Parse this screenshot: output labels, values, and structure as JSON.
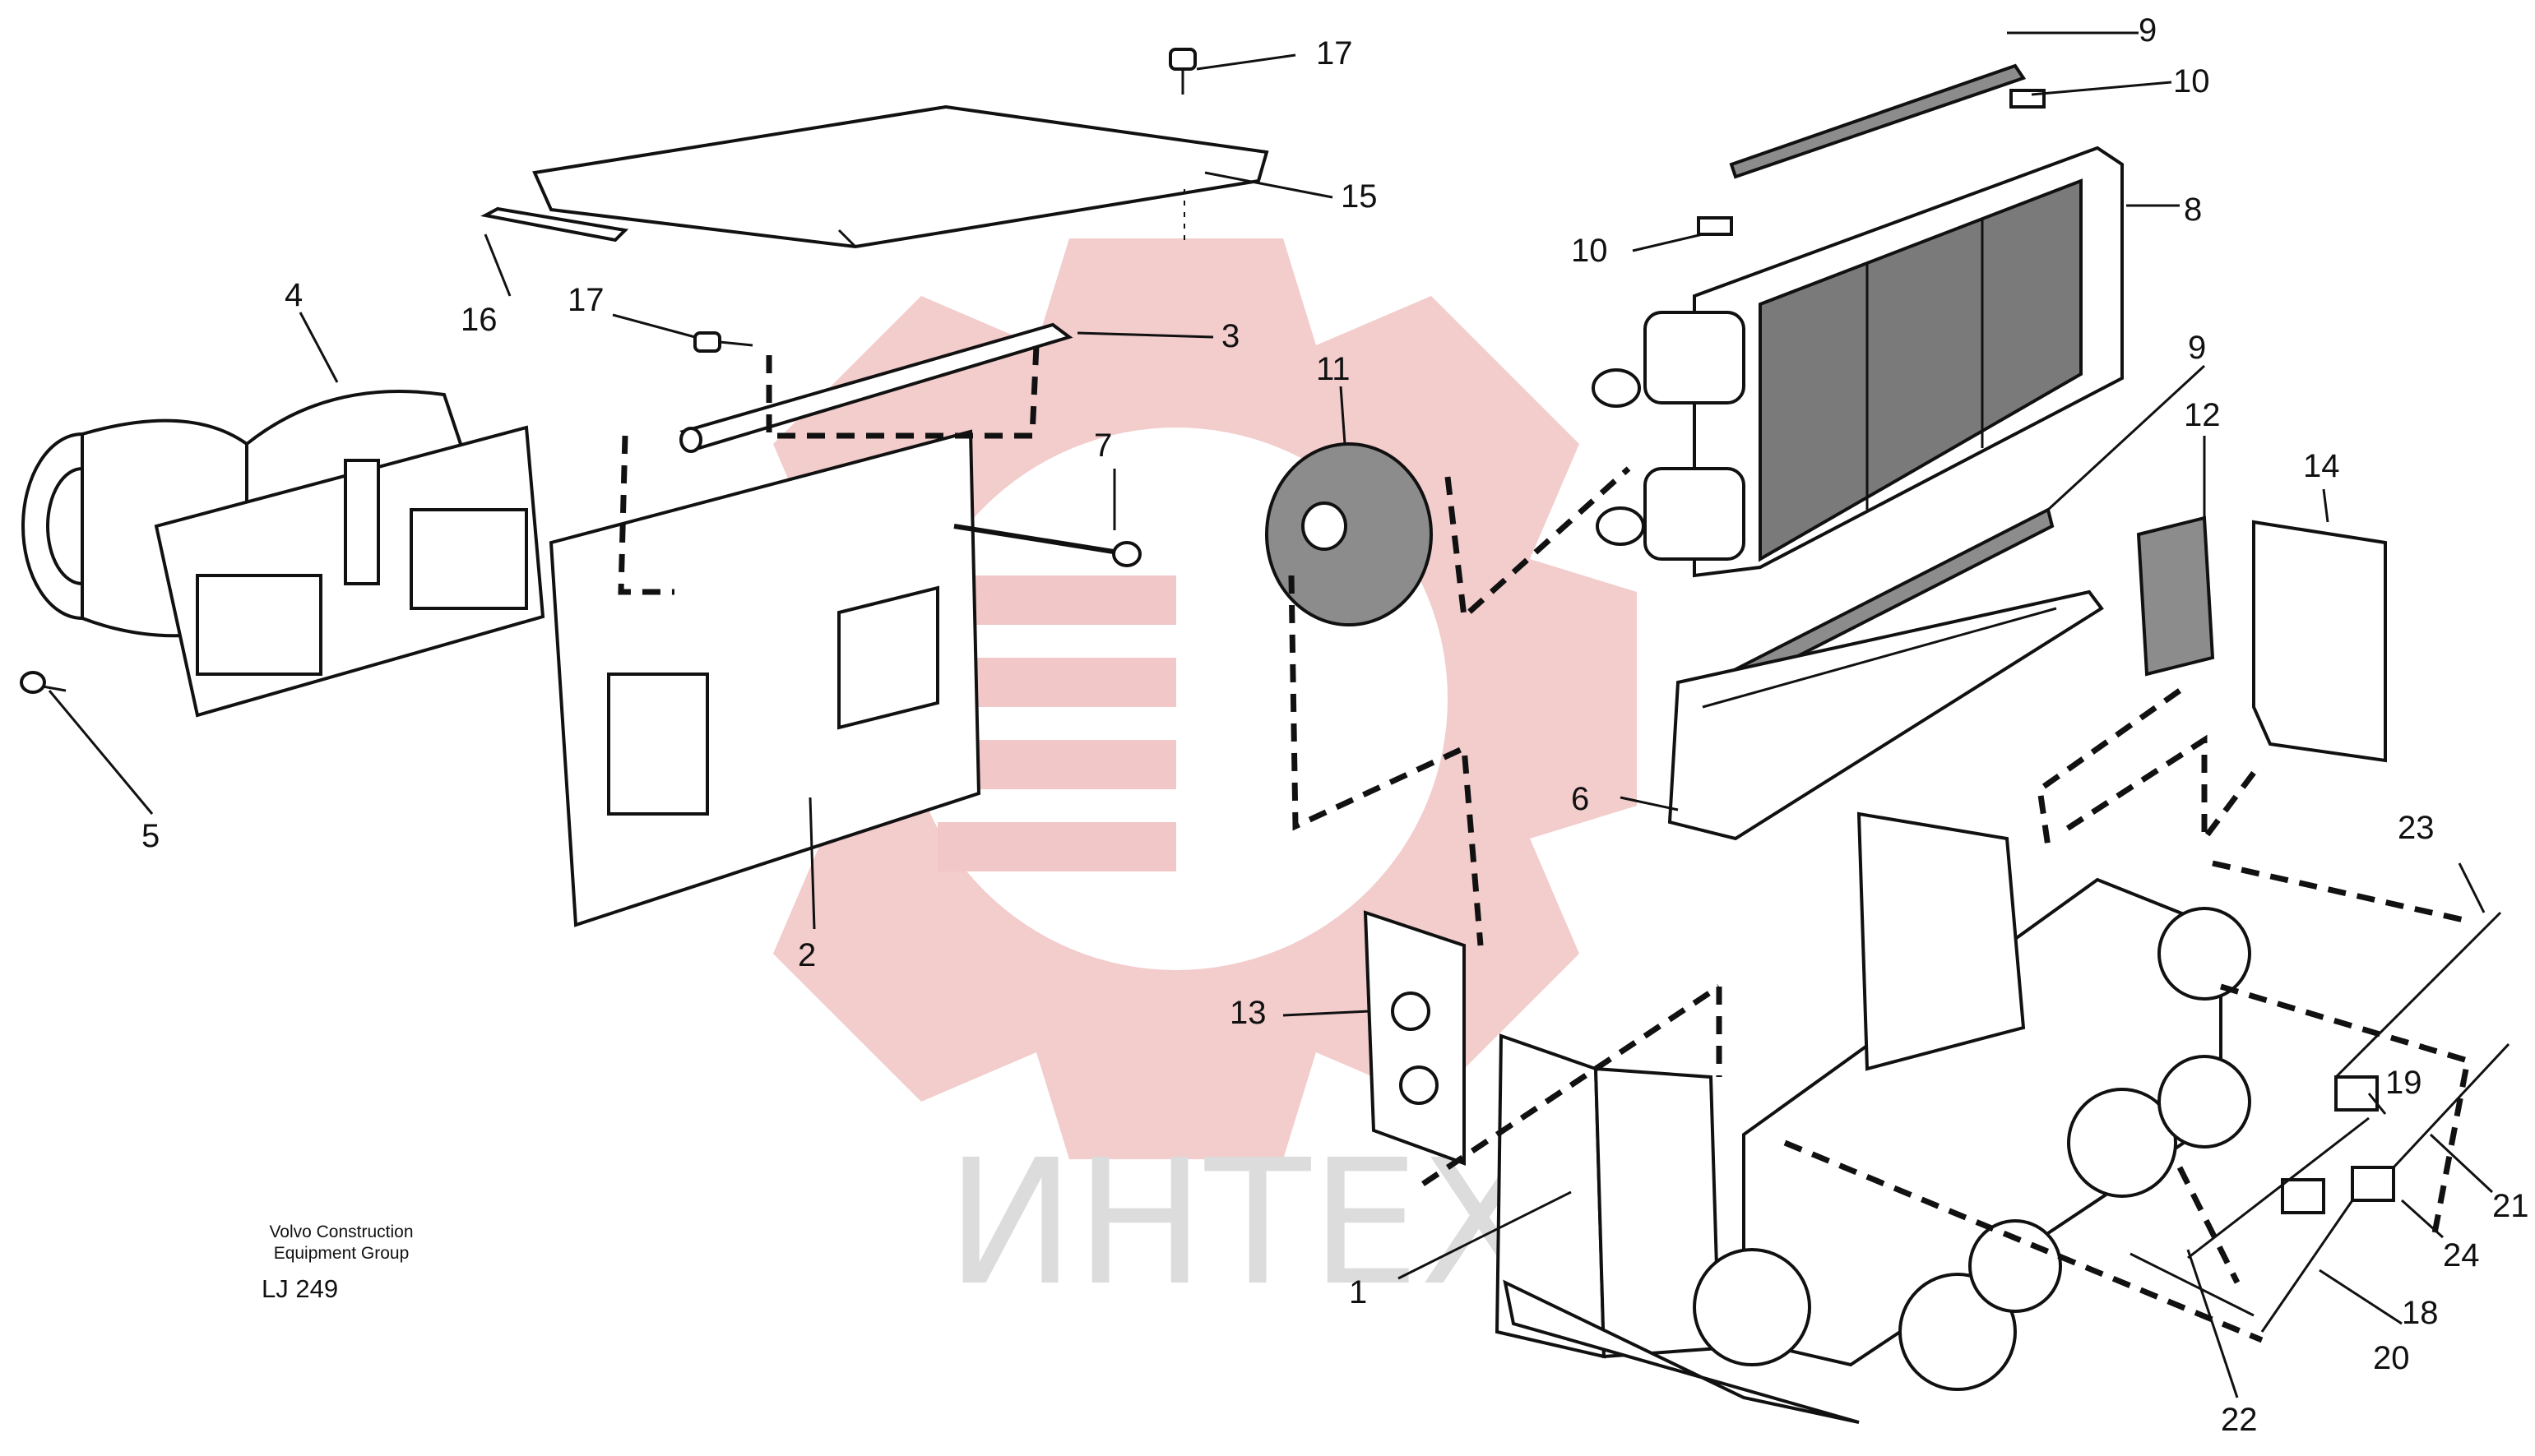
{
  "diagram": {
    "callouts": [
      "1",
      "2",
      "3",
      "4",
      "5",
      "6",
      "7",
      "8",
      "9",
      "9",
      "10",
      "10",
      "11",
      "12",
      "13",
      "14",
      "15",
      "16",
      "17",
      "17",
      "18",
      "19",
      "20",
      "21",
      "22",
      "23",
      "24"
    ],
    "credit_lines": [
      "Volvo Construction",
      "Equipment Group"
    ],
    "doc_ref": "LJ 249",
    "watermark_text": "ИНТЕХ"
  },
  "colors": {
    "line": "#111111",
    "watermark_red": "#f2c7c7",
    "watermark_gray": "#dcdcdc",
    "core": "#7a7a7a"
  }
}
